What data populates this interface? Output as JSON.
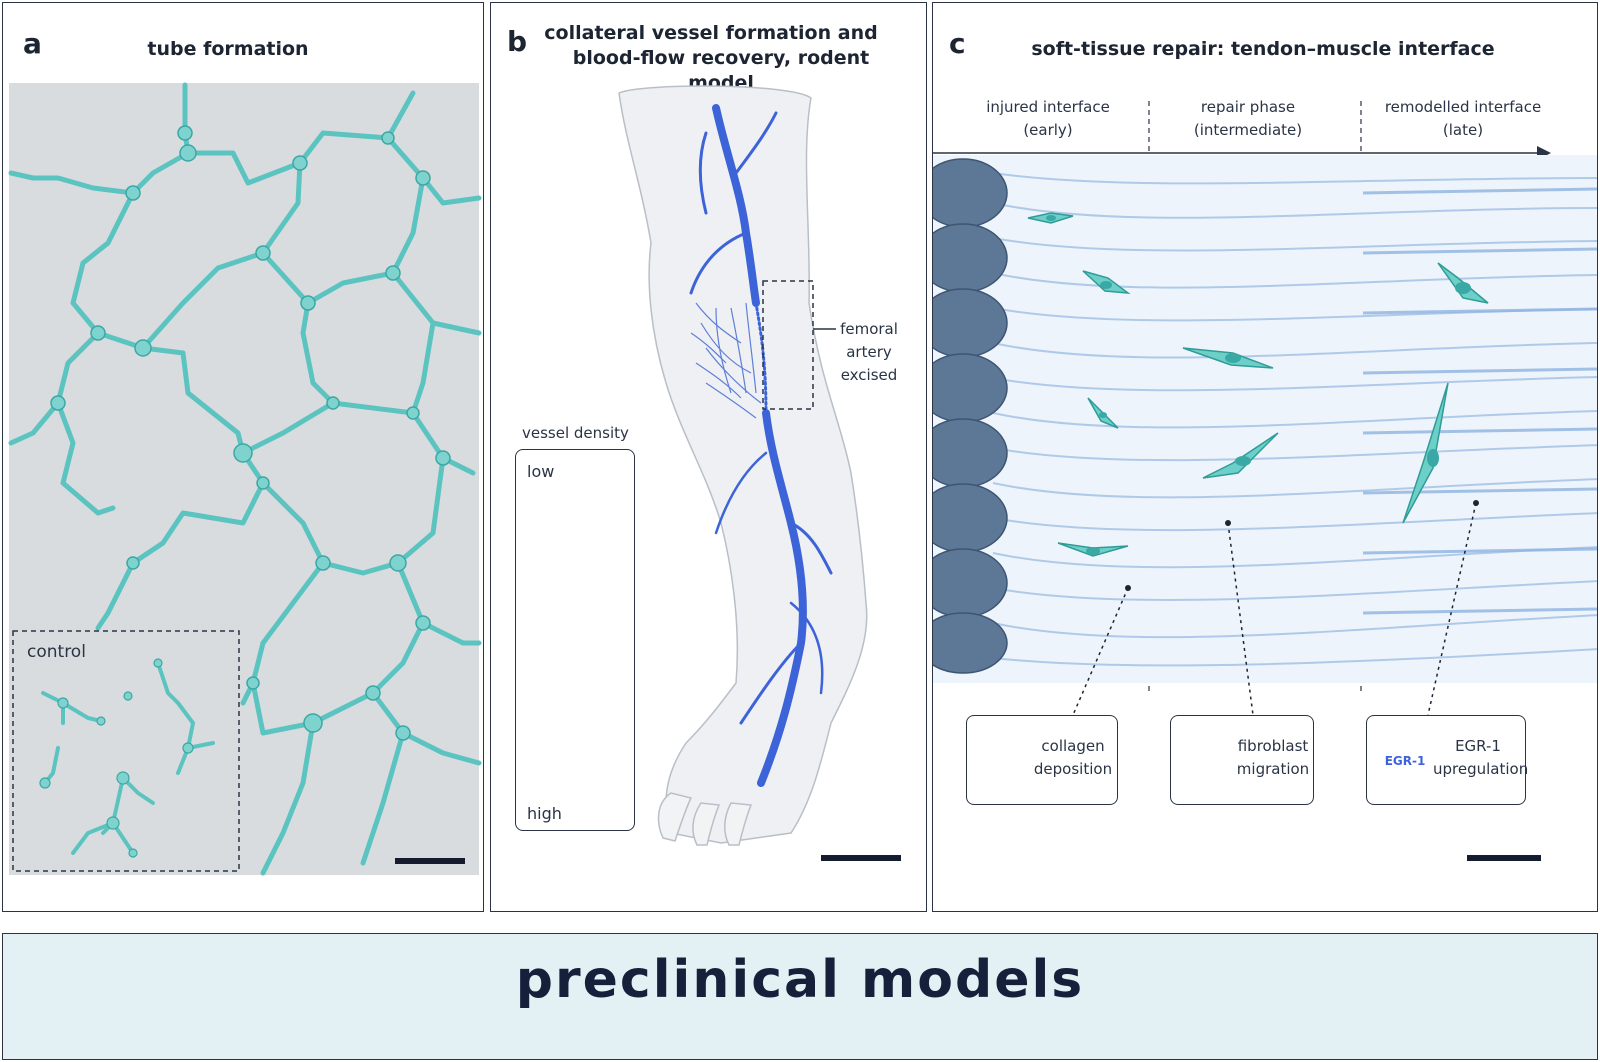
{
  "panels": {
    "a": {
      "label": "a",
      "title": "tube formation",
      "inset_label": "control"
    },
    "b": {
      "label": "b",
      "title_line1": "collateral vessel formation and",
      "title_line2": "blood-flow recovery, rodent model",
      "callout_line1": "femoral",
      "callout_line2": "artery",
      "callout_line3": "excised",
      "legend_title": "vessel density",
      "legend_low": "low",
      "legend_high": "high"
    },
    "c": {
      "label": "c",
      "title": "soft-tissue repair: tendon–muscle interface",
      "phases": [
        {
          "line1": "injured interface",
          "line2": "(early)"
        },
        {
          "line1": "repair phase",
          "line2": "(intermediate)"
        },
        {
          "line1": "remodelled interface",
          "line2": "(late)"
        }
      ],
      "legend": [
        {
          "icon": "collagen-fibers-icon",
          "line1": "collagen",
          "line2": "deposition"
        },
        {
          "icon": "fibroblast-icon",
          "line1": "fibroblast",
          "line2": "migration"
        },
        {
          "icon": "egr1-badge-icon",
          "badge": "EGR-1",
          "line1": "EGR-1",
          "line2": "upregulation"
        }
      ]
    }
  },
  "footer": {
    "title": "preclinical models"
  },
  "colors": {
    "tube": "#5cc4c0",
    "vessel": "#3d63d8",
    "cell": "#6ccfc8",
    "fiber": "#a9c6e8",
    "muscle": "#5d7797",
    "footer_bg": "#e3f1f4",
    "ink": "#1d2533"
  }
}
